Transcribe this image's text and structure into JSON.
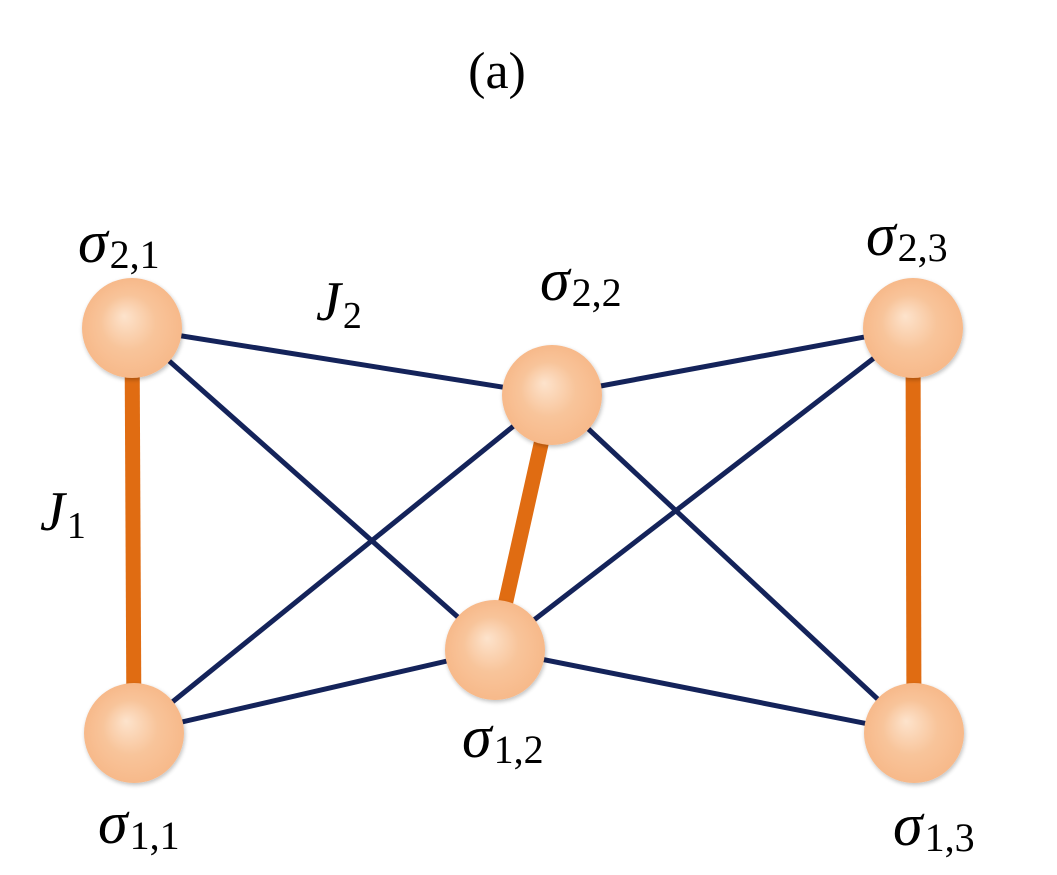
{
  "panel_label": "(a)",
  "colors": {
    "node_fill": "#f7b98a",
    "node_highlight": "#fde3cc",
    "strong_bond": "#e06c12",
    "weak_bond": "#14235a"
  },
  "couplings": {
    "j1": {
      "symbol": "J",
      "subscript": "1"
    },
    "j2": {
      "symbol": "J",
      "subscript": "2"
    }
  },
  "nodes": [
    {
      "id": "s21",
      "symbol": "σ",
      "subscript": "2,1"
    },
    {
      "id": "s22",
      "symbol": "σ",
      "subscript": "2,2"
    },
    {
      "id": "s23",
      "symbol": "σ",
      "subscript": "2,3"
    },
    {
      "id": "s11",
      "symbol": "σ",
      "subscript": "1,1"
    },
    {
      "id": "s12",
      "symbol": "σ",
      "subscript": "1,2"
    },
    {
      "id": "s13",
      "symbol": "σ",
      "subscript": "1,3"
    }
  ],
  "edges": [
    {
      "from": "s11",
      "to": "s21",
      "type": "strong"
    },
    {
      "from": "s12",
      "to": "s22",
      "type": "strong"
    },
    {
      "from": "s13",
      "to": "s23",
      "type": "strong"
    },
    {
      "from": "s21",
      "to": "s22",
      "type": "weak"
    },
    {
      "from": "s22",
      "to": "s23",
      "type": "weak"
    },
    {
      "from": "s11",
      "to": "s12",
      "type": "weak"
    },
    {
      "from": "s12",
      "to": "s13",
      "type": "weak"
    },
    {
      "from": "s21",
      "to": "s12",
      "type": "weak"
    },
    {
      "from": "s11",
      "to": "s22",
      "type": "weak"
    },
    {
      "from": "s22",
      "to": "s13",
      "type": "weak"
    },
    {
      "from": "s12",
      "to": "s23",
      "type": "weak"
    }
  ]
}
